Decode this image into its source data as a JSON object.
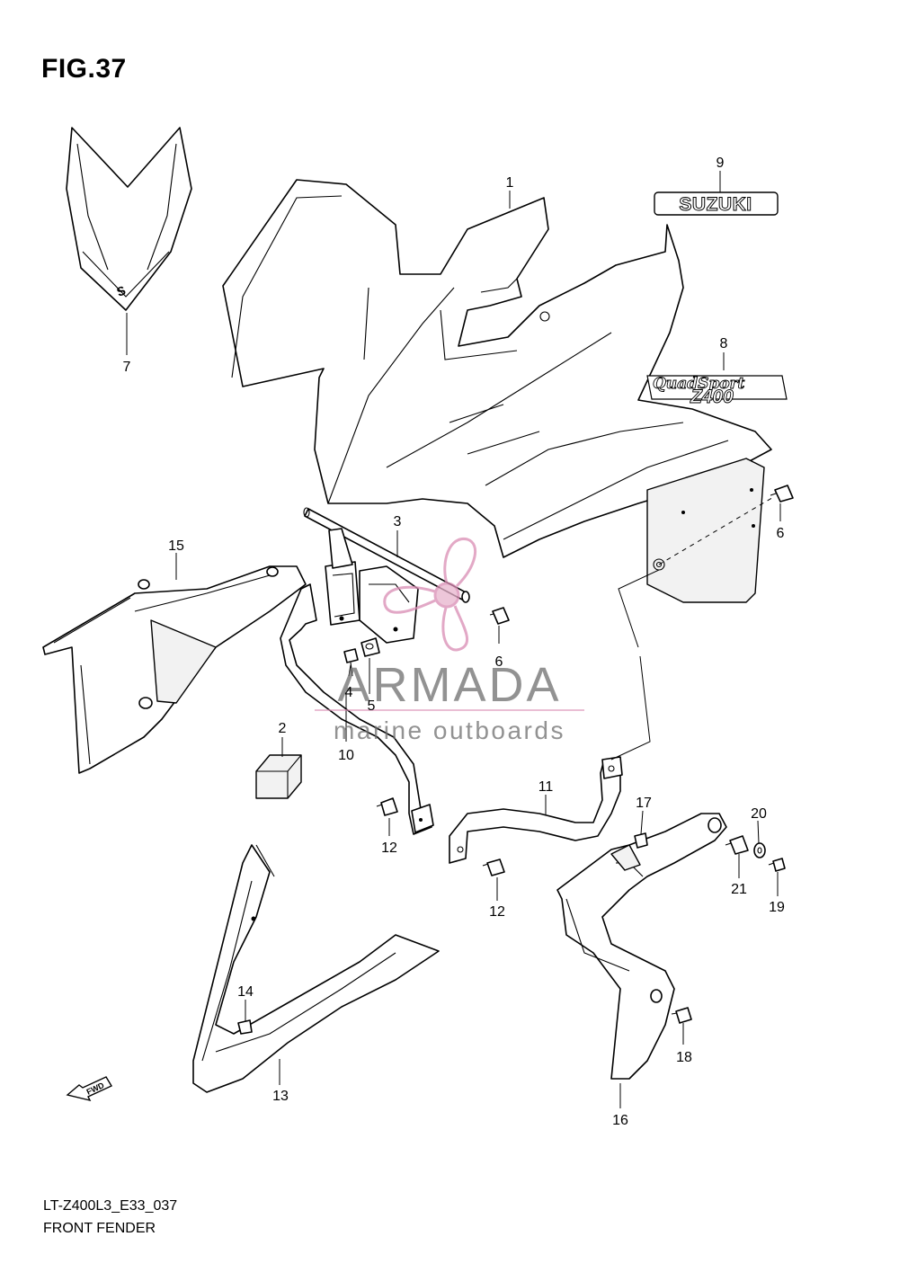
{
  "figure": {
    "title": "FIG.37",
    "model_code": "LT-Z400L3_E33_037",
    "name": "FRONT FENDER"
  },
  "callouts": [
    "1",
    "2",
    "3",
    "4",
    "5",
    "6",
    "6",
    "7",
    "8",
    "9",
    "10",
    "11",
    "12",
    "12",
    "13",
    "14",
    "15",
    "16",
    "17",
    "18",
    "19",
    "20",
    "21"
  ],
  "decals": {
    "suzuki": "SUZUKI",
    "quadsport": "QuadSport",
    "z400": "Z400"
  },
  "fwd_label": "FWD",
  "watermark": {
    "brand": "ARMADA",
    "tagline": "marine outboards",
    "logo_color": "#d98cb3",
    "text_color": "#6e6e6e"
  }
}
